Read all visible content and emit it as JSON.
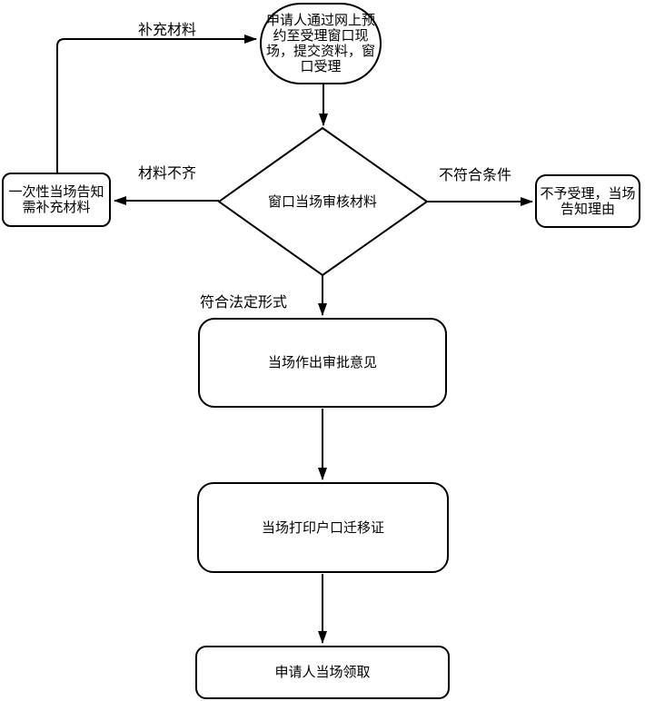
{
  "diagram": {
    "type": "flowchart",
    "background": "#ffffff",
    "stroke_color": "#000000",
    "text_color": "#000000"
  },
  "nodes": {
    "start": {
      "shape": "ellipse",
      "label": "申请人通过网上预\n约至受理窗口现\n场，提交资料，窗\n口受理"
    },
    "decision": {
      "shape": "diamond",
      "label": "窗口当场审核材料"
    },
    "notify": {
      "shape": "rounded-rect",
      "label": "一次性当场告知\n需补充材料"
    },
    "reject": {
      "shape": "rounded-rect",
      "label": "不予受理，当场\n告知理由"
    },
    "approve": {
      "shape": "rounded-rect",
      "label": "当场作出审批意见"
    },
    "print": {
      "shape": "rounded-rect",
      "label": "当场打印户口迁移证"
    },
    "receive": {
      "shape": "rounded-rect",
      "label": "申请人当场领取"
    }
  },
  "edges": {
    "start_to_decision": {
      "from": "start",
      "to": "decision",
      "label": ""
    },
    "incomplete": {
      "from": "decision",
      "to": "notify",
      "label": "材料不齐"
    },
    "not_qualified": {
      "from": "decision",
      "to": "reject",
      "label": "不符合条件"
    },
    "legal_form": {
      "from": "decision",
      "to": "approve",
      "label": "符合法定形式"
    },
    "supplement": {
      "from": "notify",
      "to": "start",
      "label": "补充材料"
    },
    "approve_to_print": {
      "from": "approve",
      "to": "print",
      "label": ""
    },
    "print_to_receive": {
      "from": "print",
      "to": "receive",
      "label": ""
    }
  }
}
